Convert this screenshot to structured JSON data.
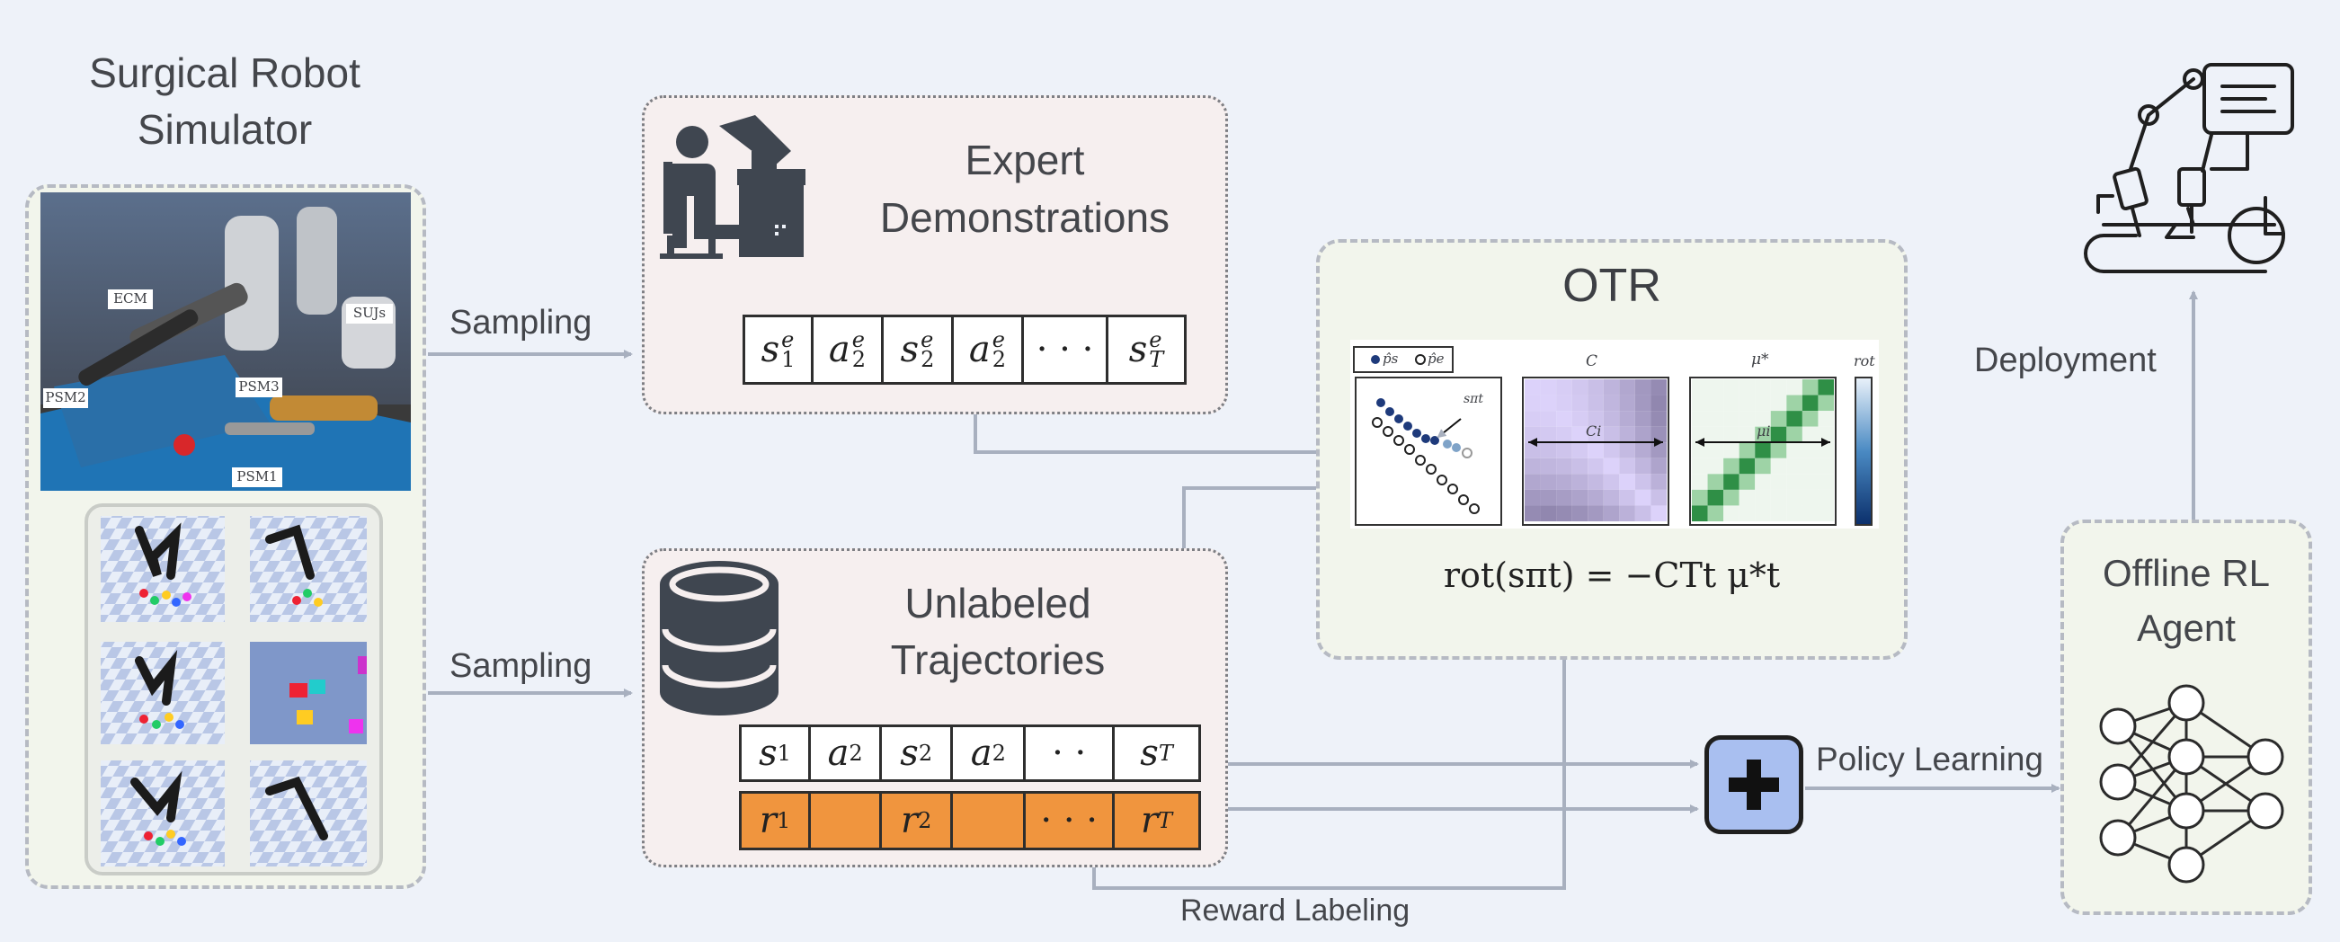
{
  "simulator": {
    "title_line1": "Surgical Robot",
    "title_line2": "Simulator",
    "scene_labels": [
      "ECM",
      "SUJs",
      "PSM2",
      "PSM3",
      "PSM1"
    ]
  },
  "arrows": {
    "sampling_top": "Sampling",
    "sampling_bottom": "Sampling",
    "policy_learning": "Policy Learning",
    "deployment": "Deployment",
    "reward_labeling": "Reward Labeling"
  },
  "expert": {
    "title_line1": "Expert",
    "title_line2": "Demonstrations",
    "sequence": [
      {
        "base": "s",
        "sup": "e",
        "sub": "1"
      },
      {
        "base": "a",
        "sup": "e",
        "sub": "2"
      },
      {
        "base": "s",
        "sup": "e",
        "sub": "2"
      },
      {
        "base": "a",
        "sup": "e",
        "sub": "2"
      },
      {
        "base": "· · ·",
        "sup": "",
        "sub": ""
      },
      {
        "base": "s",
        "sup": "e",
        "sub": "T"
      }
    ]
  },
  "unlabeled": {
    "title_line1": "Unlabeled",
    "title_line2": "Trajectories",
    "states": [
      {
        "base": "s",
        "sub": "1"
      },
      {
        "base": "a",
        "sub": "2"
      },
      {
        "base": "s",
        "sub": "2"
      },
      {
        "base": "a",
        "sub": "2"
      },
      {
        "base": "· ·",
        "sub": ""
      },
      {
        "base": "s",
        "sub": "T"
      }
    ],
    "rewards": [
      {
        "base": "r",
        "sub": "1"
      },
      {
        "base": "",
        "sub": ""
      },
      {
        "base": "r",
        "sub": "2"
      },
      {
        "base": "",
        "sub": ""
      },
      {
        "base": "· · ·",
        "sub": ""
      },
      {
        "base": "r",
        "sub": "T"
      }
    ]
  },
  "otr": {
    "title": "OTR",
    "legend_ps": "p̂s",
    "legend_pe": "p̂e",
    "label_state": "sπt",
    "label_C": "C",
    "label_Ci": "Ci",
    "label_mu": "μ*",
    "label_mui": "μi",
    "label_rot": "rot",
    "formula": "rot(sπt) = −CTt μ*t"
  },
  "agent": {
    "title_line1": "Offline RL",
    "title_line2": "Agent"
  },
  "colors": {
    "background": "#eef2f9",
    "orange": "#f0953e",
    "plus_fill": "#a9bff0",
    "arrow": "#a8b0bf",
    "icon_dark": "#3f4650"
  }
}
